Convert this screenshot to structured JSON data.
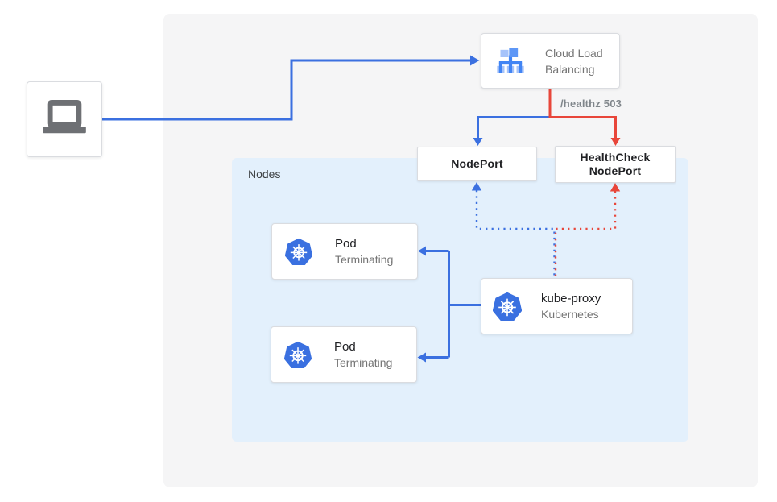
{
  "diagram_title": "Kubernetes service traffic with terminating pods via cloud load balancer",
  "colors": {
    "line_blue": "#3B70E0",
    "line_red": "#E8463A",
    "canvas_bg": "#F5F5F6",
    "nodes_bg": "#E3F0FC",
    "card_border": "#DADCE0",
    "text_dark": "#202124",
    "text_gray": "#757575",
    "healthz_gray": "#80868B",
    "laptop_gray": "#6E7074",
    "k8s_icon_blue": "#3A70E0",
    "lb_icon_blue": "#4285F4",
    "lb_icon_light_blue": "#A6C3FA",
    "lb_icon_mid_blue": "#5E97F6"
  },
  "client": {
    "icon": "laptop-icon"
  },
  "cards": {
    "cloud_load_balancing": {
      "line1": "Cloud Load",
      "line2": "Balancing",
      "icon": "load-balancer-icon"
    },
    "nodeport": {
      "label": "NodePort"
    },
    "healthcheck_nodeport": {
      "line1": "HealthCheck",
      "line2": "NodePort"
    },
    "pod_top": {
      "title": "Pod",
      "subtitle": "Terminating",
      "icon": "kubernetes-icon"
    },
    "pod_bottom": {
      "title": "Pod",
      "subtitle": "Terminating",
      "icon": "kubernetes-icon"
    },
    "kube_proxy": {
      "title": "kube-proxy",
      "subtitle": "Kubernetes",
      "icon": "kubernetes-icon"
    }
  },
  "groups": {
    "nodes": {
      "label": "Nodes"
    }
  },
  "labels": {
    "healthz": "/healthz 503"
  },
  "edges": [
    {
      "name": "client-to-cloud-load-balancing",
      "from": "client",
      "to": "cloud-load-balancing",
      "style": "solid",
      "color": "blue",
      "arrow": "into load balancer"
    },
    {
      "name": "cloud-load-balancing-to-nodeport",
      "from": "cloud-load-balancing",
      "to": "nodeport",
      "style": "solid",
      "color": "blue",
      "arrow": "down into NodePort"
    },
    {
      "name": "cloud-load-balancing-to-healthcheck-nodeport",
      "from": "cloud-load-balancing",
      "to": "healthcheck-nodeport",
      "style": "solid",
      "color": "red",
      "label": "/healthz 503",
      "arrow": "down into HealthCheck NodePort"
    },
    {
      "name": "kube-proxy-to-nodeport",
      "from": "kube-proxy",
      "to": "nodeport",
      "style": "dotted",
      "color": "blue",
      "arrow": "up into NodePort"
    },
    {
      "name": "kube-proxy-to-healthcheck-nodeport",
      "from": "kube-proxy",
      "to": "healthcheck-nodeport",
      "style": "dotted",
      "color": "red",
      "arrow": "up into HealthCheck NodePort"
    },
    {
      "name": "kube-proxy-to-pod-top",
      "from": "kube-proxy",
      "to": "pod-top",
      "style": "solid",
      "color": "blue",
      "arrow": "left into Pod"
    },
    {
      "name": "kube-proxy-to-pod-bottom",
      "from": "kube-proxy",
      "to": "pod-bottom",
      "style": "solid",
      "color": "blue",
      "arrow": "left into Pod"
    }
  ]
}
